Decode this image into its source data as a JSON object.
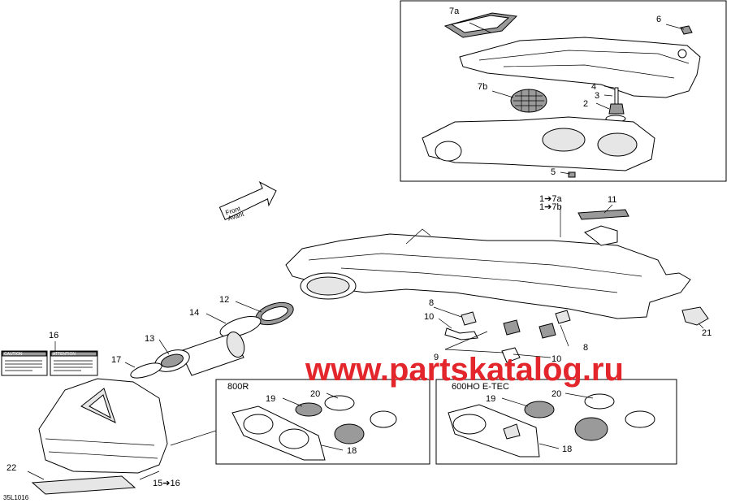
{
  "watermark": {
    "text": "www.partskatalog.ru",
    "color": "#e3262b"
  },
  "figure_code": "35L1016",
  "front_arrow": {
    "line1": "Front",
    "line2": "Avant"
  },
  "callouts": {
    "c7a": "7a",
    "c6": "6",
    "c7b": "7b",
    "c4": "4",
    "c3": "3",
    "c2": "2",
    "c5": "5",
    "c1_7a": "1➔7a",
    "c1_7b": "1➔7b",
    "c11": "11",
    "c12": "12",
    "c14": "14",
    "c13": "13",
    "c17": "17",
    "c16": "16",
    "c8a": "8",
    "c10a": "10",
    "c9": "9",
    "c8b": "8",
    "c10b": "10",
    "c21": "21",
    "c22": "22",
    "c15_16": "15➔16"
  },
  "variant_800r": {
    "title": "800R",
    "c19": "19",
    "c20": "20",
    "c18": "18"
  },
  "variant_600ho": {
    "title": "600HO E-TEC",
    "c19": "19",
    "c20": "20",
    "c18": "18"
  },
  "labels_sticker": {
    "left_title": "CAUTION",
    "right_title": "ATTENTION"
  }
}
